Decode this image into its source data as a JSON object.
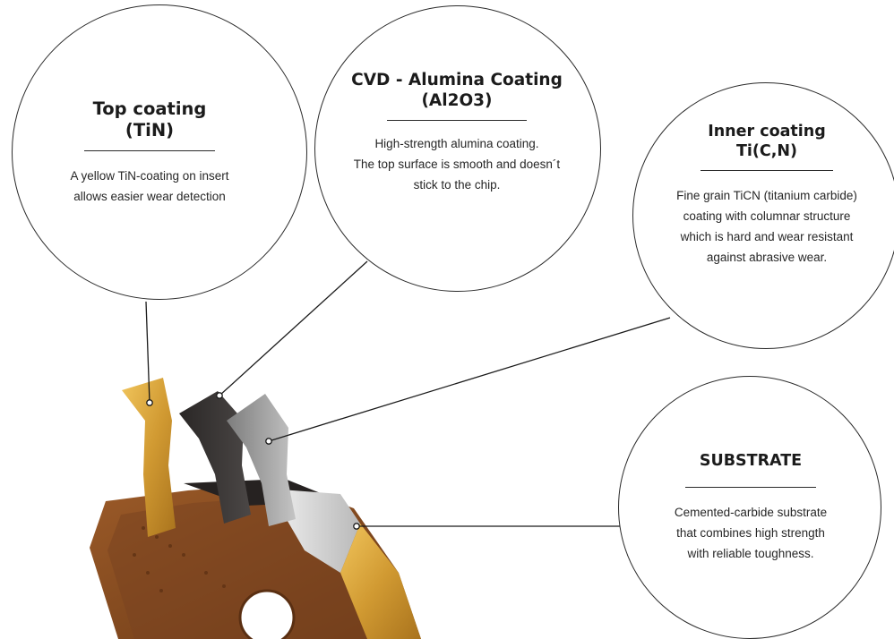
{
  "layers": [
    {
      "id": "top",
      "title": [
        "Top coating",
        "(TiN)"
      ],
      "desc": [
        "A yellow TiN-coating on insert",
        "allows easier wear detection"
      ],
      "color": "#d6a23a"
    },
    {
      "id": "cvd",
      "title": [
        "CVD - Alumina Coating",
        "(Al2O3)"
      ],
      "desc": [
        "High-strength alumina coating.",
        "The top surface is smooth and doesn´t",
        "stick to the chip."
      ],
      "color": "#2f2c2b"
    },
    {
      "id": "inner",
      "title": [
        "Inner coating",
        "Ti(C,N)"
      ],
      "desc": [
        "Fine grain TiCN (titanium carbide)",
        "coating with columnar structure",
        "which is hard and wear resistant",
        "against abrasive wear."
      ],
      "color": "#9a9a9a"
    },
    {
      "id": "substrate",
      "title": [
        "SUBSTRATE"
      ],
      "desc": [
        "Cemented-carbide substrate",
        "that combines high strength",
        "with reliable toughness."
      ],
      "color": "#cfcfcf"
    }
  ],
  "insert_colors": {
    "body": "#8a4f22",
    "body_dark": "#5e3214",
    "gold": "#c9963a",
    "light_face": "#d9d9d9"
  }
}
